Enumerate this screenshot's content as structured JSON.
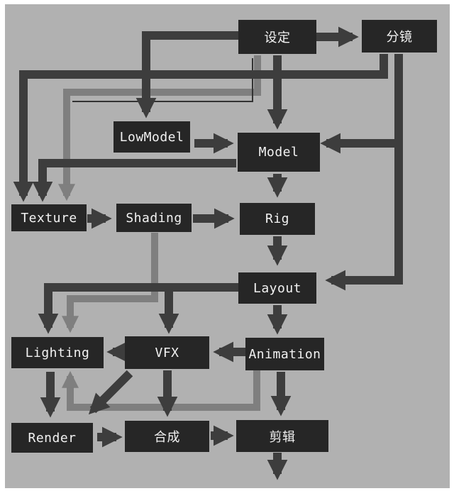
{
  "nodes": {
    "setting": "设定",
    "storyboard": "分镜",
    "lowmodel": "LowModel",
    "model": "Model",
    "texture": "Texture",
    "shading": "Shading",
    "rig": "Rig",
    "layout": "Layout",
    "lighting": "Lighting",
    "vfx": "VFX",
    "animation": "Animation",
    "render": "Render",
    "composite": "合成",
    "edit": "剪辑"
  },
  "colors": {
    "background": "#b1b1b1",
    "node_fill": "#262626",
    "node_text": "#f2f2f2",
    "arrow_dark": "#3d3d3d",
    "arrow_light": "#7f7f7f"
  }
}
